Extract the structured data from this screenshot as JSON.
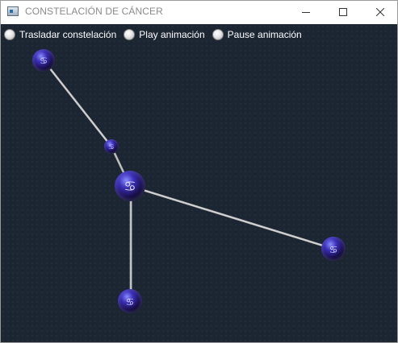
{
  "window": {
    "title": "CONSTELACIÓN DE CÁNCER",
    "controls": {
      "minimize_icon": "minimize-icon",
      "maximize_icon": "maximize-icon",
      "close_icon": "close-icon"
    }
  },
  "controls": {
    "radios": [
      {
        "label": "Trasladar constelación",
        "selected": false
      },
      {
        "label": "Play animación",
        "selected": false
      },
      {
        "label": "Pause animación",
        "selected": false
      }
    ]
  },
  "scene": {
    "background_color": "#1c2532",
    "star_color": "#2a1f8a",
    "link_color": "#c8c8c8",
    "star_symbol": "♋",
    "star_icon": "cancer-symbol-icon",
    "stars": [
      {
        "name": "star-1"
      },
      {
        "name": "star-2"
      },
      {
        "name": "star-3"
      },
      {
        "name": "star-4"
      },
      {
        "name": "star-5"
      }
    ]
  }
}
